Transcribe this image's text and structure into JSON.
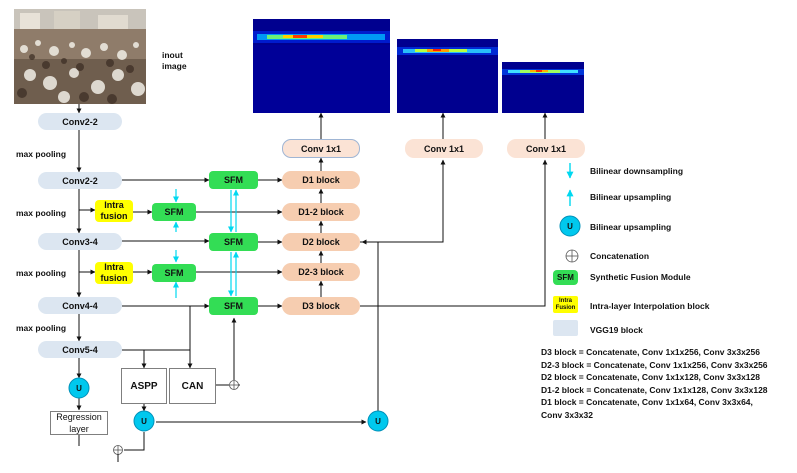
{
  "input": {
    "label_line1": "inout",
    "label_line2": "image"
  },
  "vgg_blocks": [
    "Conv2-2",
    "Conv2-2",
    "Conv3-4",
    "Conv4-4",
    "Conv5-4"
  ],
  "max_pooling_label": "max pooling",
  "intra_fusion_label": [
    "Intra",
    "fusion"
  ],
  "sfm_label": "SFM",
  "decoder_blocks": [
    "D1 block",
    "D1-2 block",
    "D2 block",
    "D2-3 block",
    "D3 block"
  ],
  "conv_1x1_label": "Conv 1x1",
  "aspp_label": "ASPP",
  "can_label": "CAN",
  "regression_label": [
    "Regression",
    "layer"
  ],
  "u_label": "U",
  "legend": {
    "bilinear_downsampling": "Bilinear downsampling",
    "bilinear_upsampling": "Bilinear upsampling",
    "u_bilinear_upsampling": "Bilinear upsampling",
    "concatenation": "Concatenation",
    "sfm": "Synthetic Fusion Module",
    "intra": "Intra-layer Interpolation block",
    "vgg": "VGG19 block",
    "sfm_box": "SFM",
    "intra_box": [
      "Intra",
      "Fusion"
    ],
    "u_box": "U"
  },
  "formulas": [
    "D3 block = Concatenate, Conv 1x1x256, Conv 3x3x256",
    "D2-3 block = Concatenate, Conv 1x1x256, Conv 3x3x256",
    "D2 block = Concatenate, Conv 1x1x128, Conv 3x3x128",
    "D1-2 block = Concatenate, Conv 1x1x128, Conv 3x3x128",
    "D1 block = Concatenate, Conv 1x1x64, Conv 3x3x64,",
    "Conv 3x3x32"
  ],
  "colors": {
    "vgg": "#dce6f1",
    "sfm": "#33dd55",
    "intra": "#ffff00",
    "decoder": "#f6cdb0",
    "conv": "#fbe3d5",
    "cyan": "#00d8f0",
    "density_bg": "#00008f"
  }
}
